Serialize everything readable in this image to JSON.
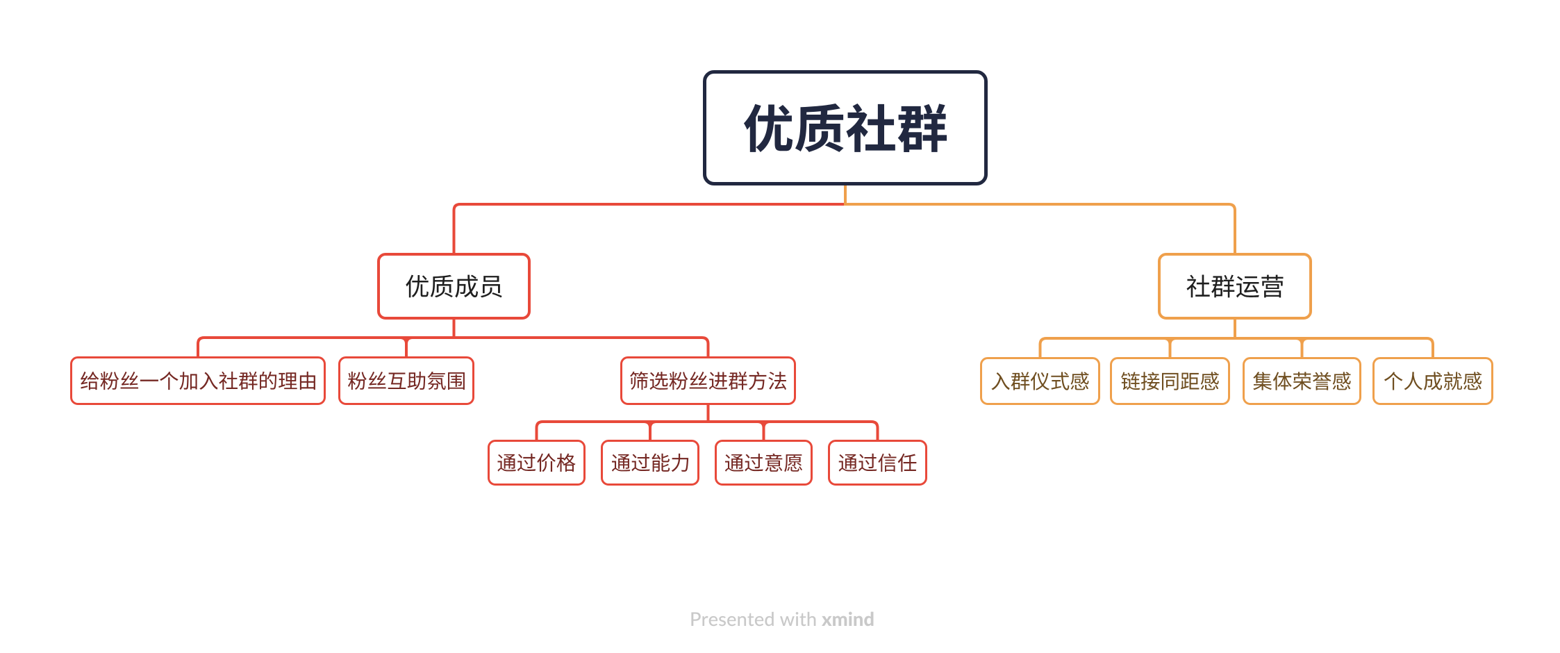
{
  "app": {
    "background": "#ffffff"
  },
  "palette": {
    "central_border": "#212840",
    "central_text": "#212840",
    "topic_fill": "#ffffff",
    "main_topic_text": "#1f1f1f",
    "branch_red": "#e8493a",
    "branch_red_text": "#752823",
    "branch_orange": "#efa04c",
    "branch_orange_text": "#6f4e20",
    "watermark_color": "#c9c9c9"
  },
  "footer": {
    "prefix": "Presented with ",
    "brand": "xmind"
  },
  "mindmap": {
    "root": {
      "label": "优质社群",
      "children": [
        {
          "label": "优质成员",
          "children": [
            {
              "label": "给粉丝一个加入社群的理由",
              "children": []
            },
            {
              "label": "粉丝互助氛围",
              "children": []
            },
            {
              "label": "筛选粉丝进群方法",
              "children": [
                {
                  "label": "通过价格",
                  "children": []
                },
                {
                  "label": "通过能力",
                  "children": []
                },
                {
                  "label": "通过意愿",
                  "children": []
                },
                {
                  "label": "通过信任",
                  "children": []
                }
              ]
            }
          ]
        },
        {
          "label": "社群运营",
          "children": [
            {
              "label": "入群仪式感",
              "children": []
            },
            {
              "label": "链接同距感",
              "children": []
            },
            {
              "label": "集体荣誉感",
              "children": []
            },
            {
              "label": "个人成就感",
              "children": []
            }
          ]
        }
      ]
    }
  }
}
